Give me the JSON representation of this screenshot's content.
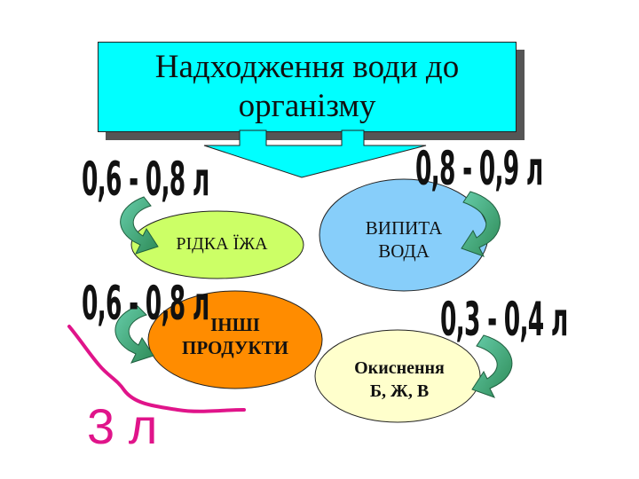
{
  "title": "Надходження води до\nорганізму",
  "nodes": {
    "liquid_food": {
      "label": "РІДКА ЇЖА",
      "amount": "0,6 - 0,8 л"
    },
    "drinking_water": {
      "label": "ВИПИТА\nВОДА",
      "amount": "0,8 - 0,9 л"
    },
    "other_products": {
      "label": "ІНШІ\nПРОДУКТИ",
      "amount": "0,6 - 0,8 л"
    },
    "oxidation": {
      "label": "Окиснення\nБ, Ж, В",
      "amount": "0,3 - 0,4 л"
    }
  },
  "total": "3 л",
  "colors": {
    "title_fill": "#00ffff",
    "liquid_food_fill": "#ccff66",
    "drinking_water_fill": "#87cefa",
    "other_products_fill": "#ff8c00",
    "oxidation_fill": "#ffffcc",
    "arrow_fill": "#2e8b57",
    "handwriting": "#e0148a"
  }
}
